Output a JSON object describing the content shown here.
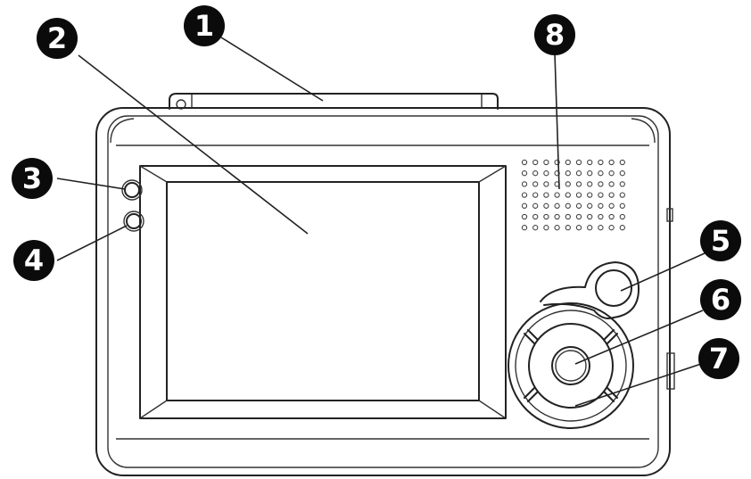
{
  "diagram": {
    "colors": {
      "line": "#222222",
      "callout_fill": "#0b0b0b",
      "callout_text": "#ffffff",
      "background": "#ffffff"
    },
    "callouts": [
      {
        "id": 1,
        "label": "1"
      },
      {
        "id": 2,
        "label": "2"
      },
      {
        "id": 3,
        "label": "3"
      },
      {
        "id": 4,
        "label": "4"
      },
      {
        "id": 5,
        "label": "5"
      },
      {
        "id": 6,
        "label": "6"
      },
      {
        "id": 7,
        "label": "7"
      },
      {
        "id": 8,
        "label": "8"
      }
    ]
  }
}
